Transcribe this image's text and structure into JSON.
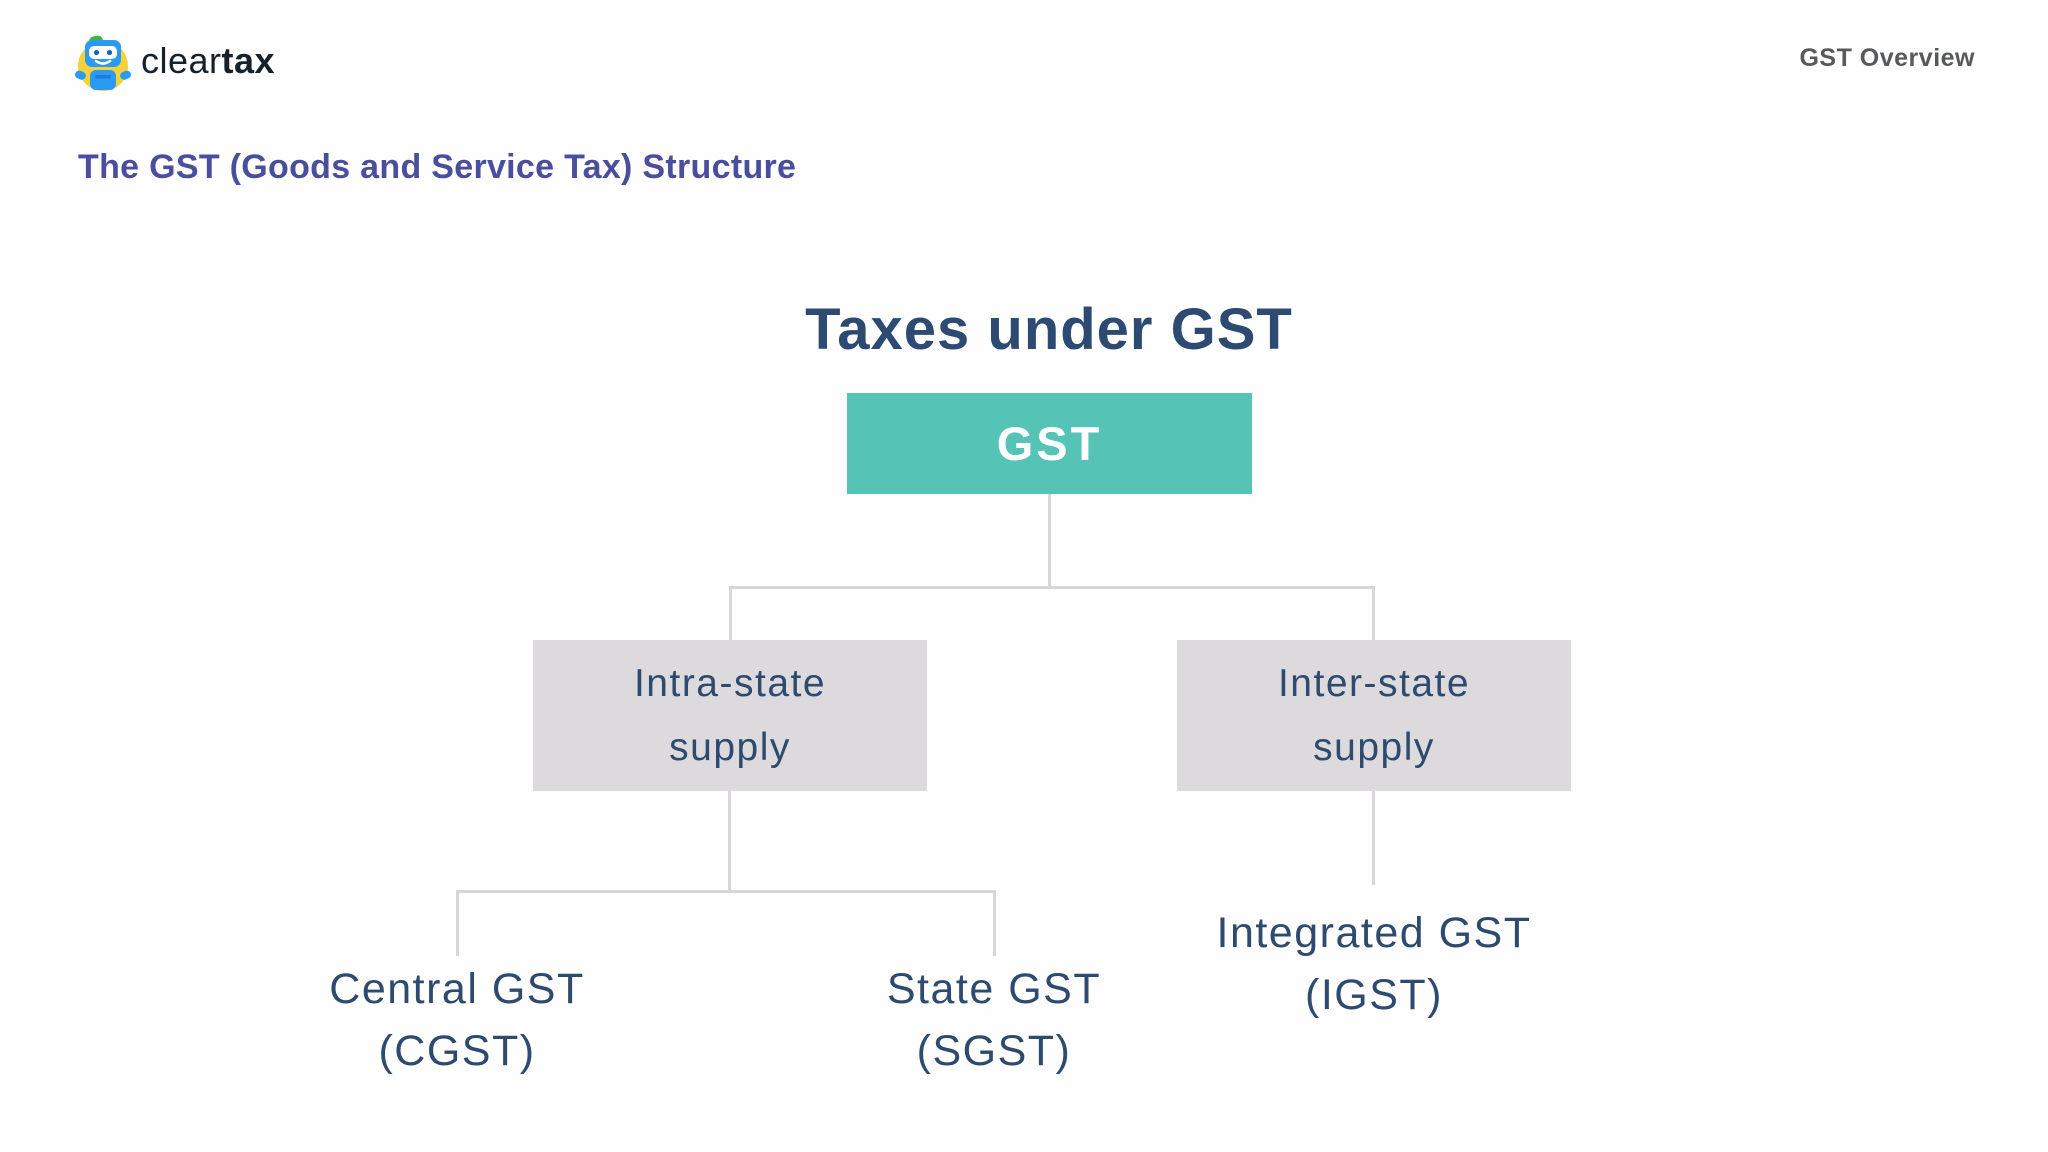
{
  "header": {
    "logo_clear": "clear",
    "logo_tax": "tax",
    "page_label": "GST Overview"
  },
  "heading": "The GST (Goods and Service Tax) Structure",
  "diagram": {
    "title": "Taxes under GST",
    "root_label": "GST",
    "branches": [
      {
        "node": {
          "line1": "Intra-state",
          "line2": "supply"
        },
        "children": [
          {
            "line1": "Central GST",
            "line2": "(CGST)"
          },
          {
            "line1": "State GST",
            "line2": "(SGST)"
          }
        ]
      },
      {
        "node": {
          "line1": "Inter-state",
          "line2": "supply"
        },
        "children": [
          {
            "line1": "Integrated GST",
            "line2": "(IGST)"
          }
        ]
      }
    ]
  },
  "colors": {
    "root_node_teal": "#56c3b7",
    "branch_node_gray": "#dcdadd",
    "connector_gray": "#d8d6d9",
    "diagram_text_navy": "#2e4a6e",
    "title_navy": "#2d4a73",
    "heading_indigo": "#4a4e9d",
    "logo_blue": "#2b9af3",
    "logo_yellow": "#f3d23c"
  }
}
